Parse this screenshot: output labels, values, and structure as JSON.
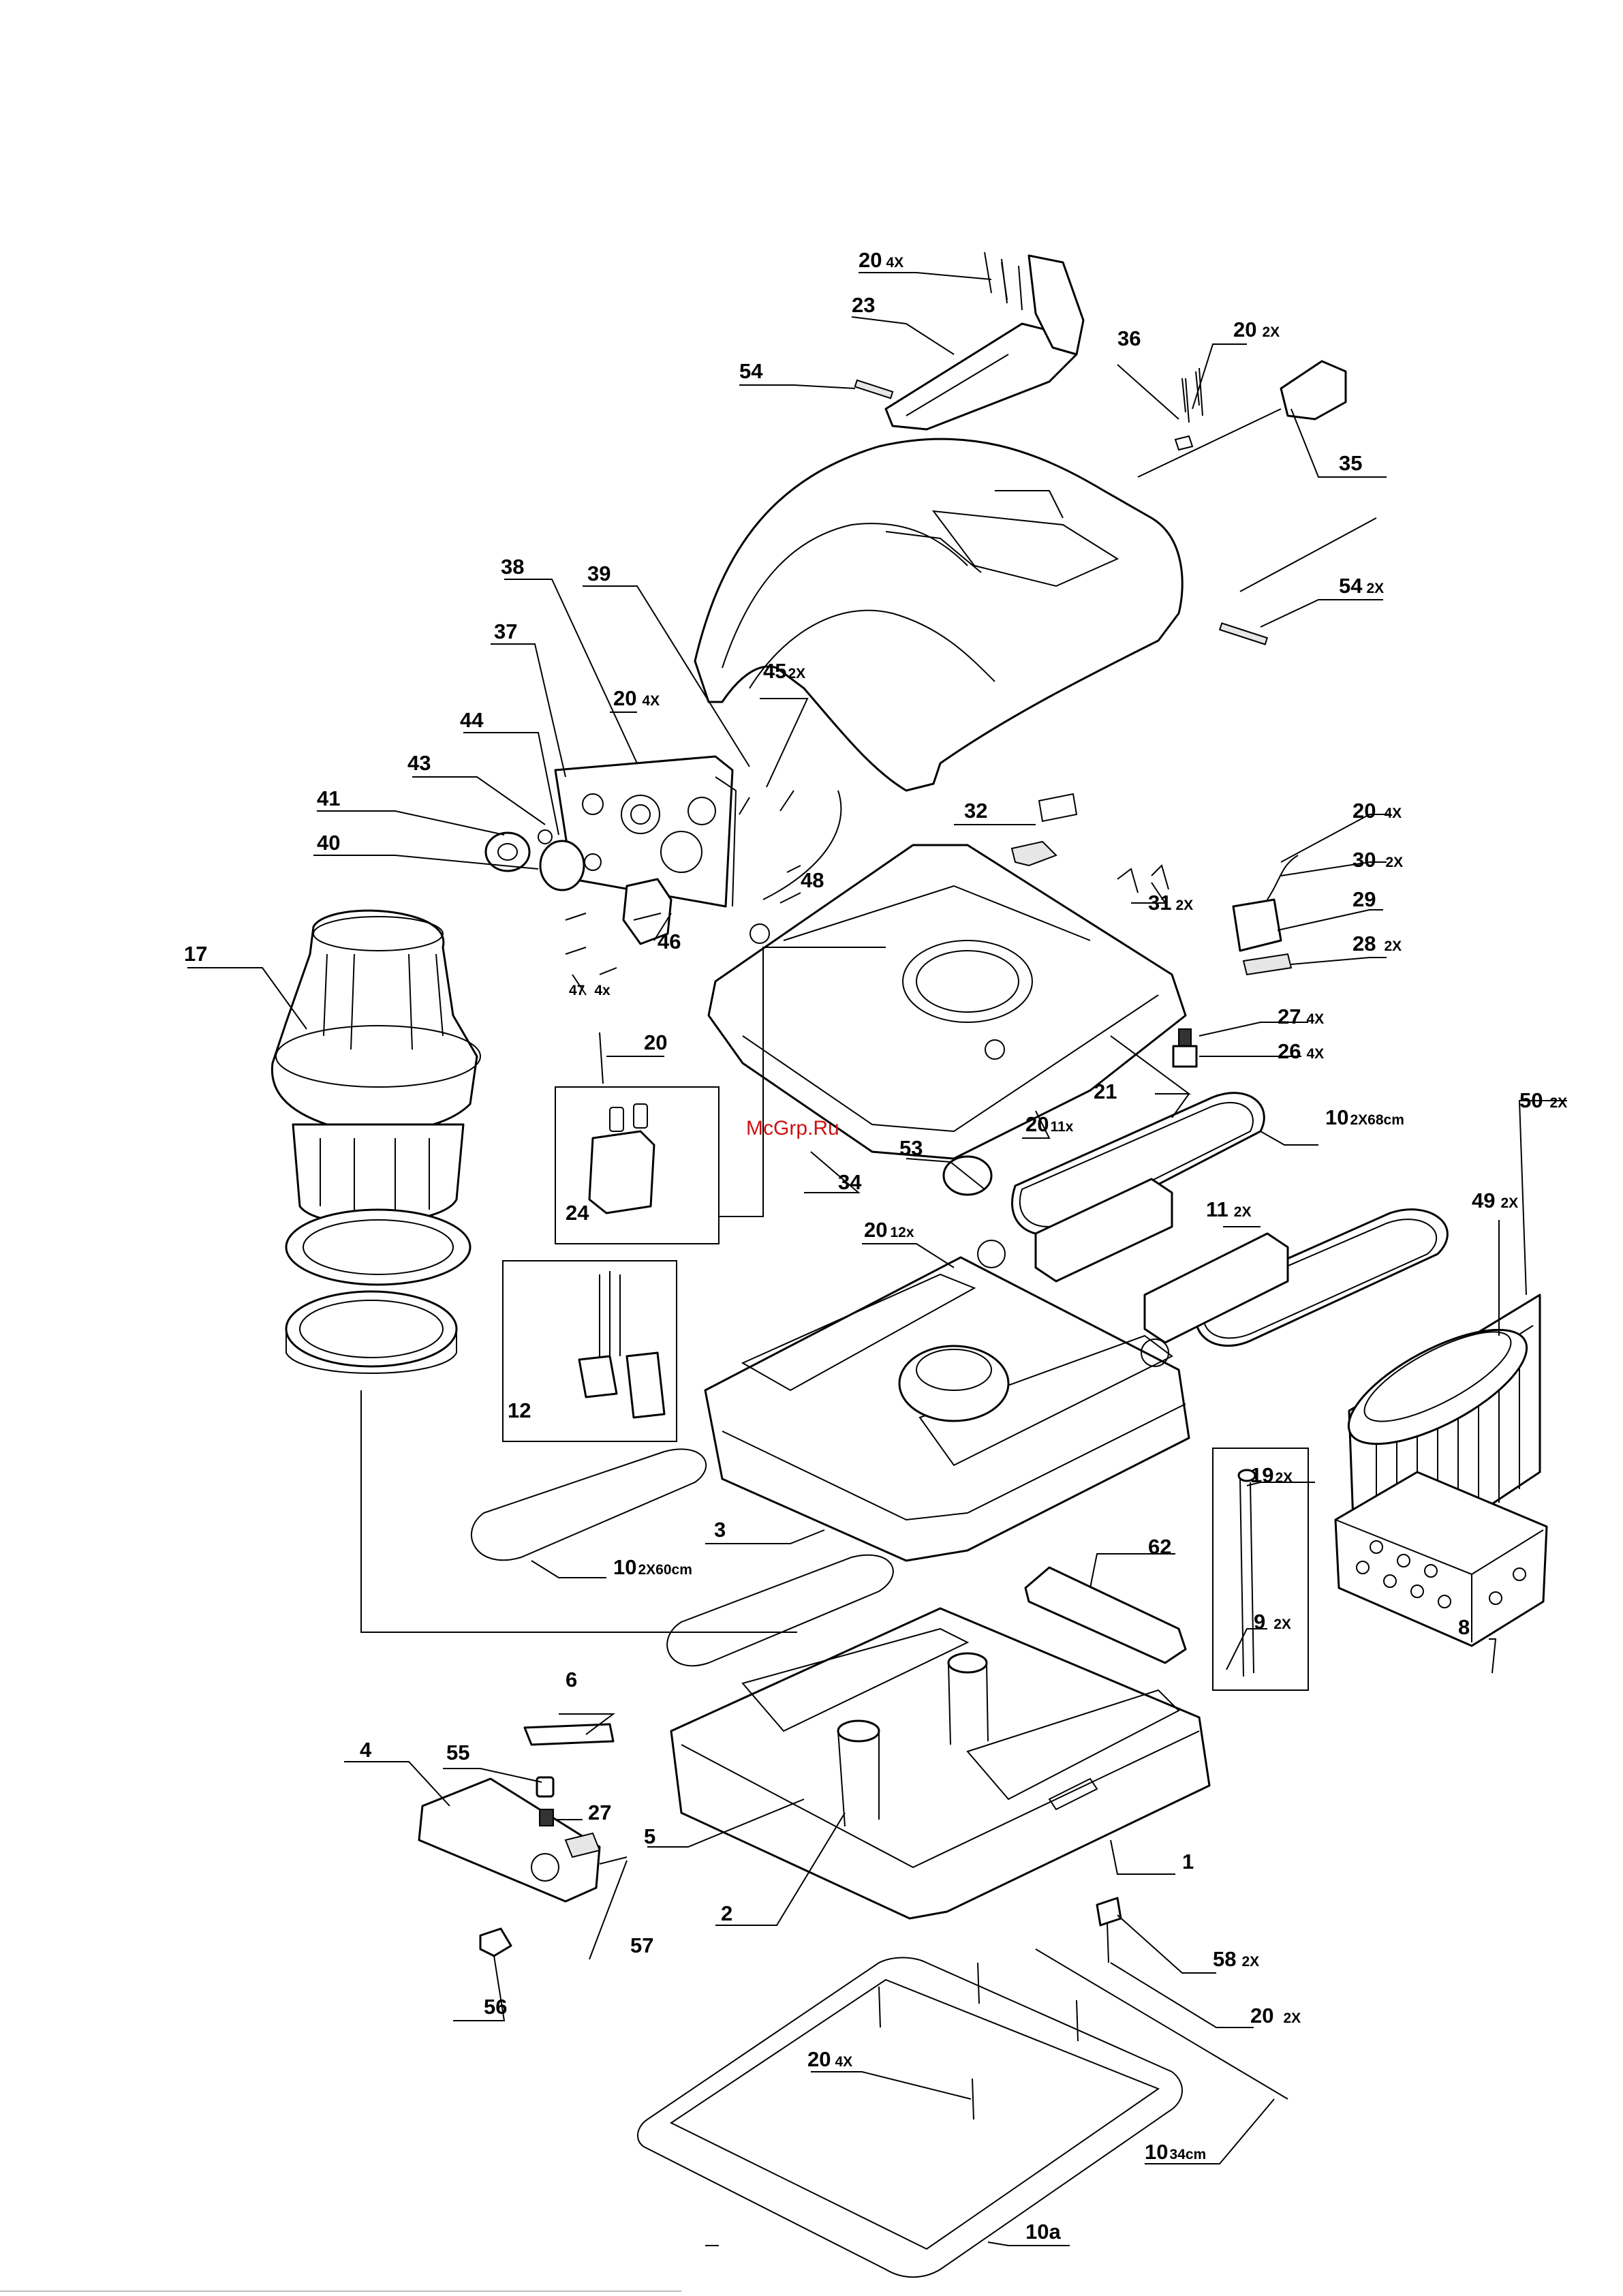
{
  "watermark": "McGrp.Ru",
  "callouts": [
    {
      "id": "c20a",
      "num": "20",
      "qty": "4X"
    },
    {
      "id": "c23",
      "num": "23",
      "qty": ""
    },
    {
      "id": "c36",
      "num": "36",
      "qty": ""
    },
    {
      "id": "c20b",
      "num": "20",
      "qty": "2X"
    },
    {
      "id": "c54a",
      "num": "54",
      "qty": ""
    },
    {
      "id": "c35",
      "num": "35",
      "qty": ""
    },
    {
      "id": "c54b",
      "num": "54",
      "qty": "2X"
    },
    {
      "id": "c38",
      "num": "38",
      "qty": ""
    },
    {
      "id": "c39",
      "num": "39",
      "qty": ""
    },
    {
      "id": "c37",
      "num": "37",
      "qty": ""
    },
    {
      "id": "c20c",
      "num": "20",
      "qty": "4X"
    },
    {
      "id": "c45",
      "num": "45",
      "qty": "2X"
    },
    {
      "id": "c44",
      "num": "44",
      "qty": ""
    },
    {
      "id": "c43",
      "num": "43",
      "qty": ""
    },
    {
      "id": "c41",
      "num": "41",
      "qty": ""
    },
    {
      "id": "c40",
      "num": "40",
      "qty": ""
    },
    {
      "id": "c48",
      "num": "48",
      "qty": ""
    },
    {
      "id": "c46",
      "num": "46",
      "qty": ""
    },
    {
      "id": "c47",
      "num": "47",
      "qty": "4x"
    },
    {
      "id": "c32",
      "num": "32",
      "qty": ""
    },
    {
      "id": "c20d",
      "num": "20",
      "qty": "4X"
    },
    {
      "id": "c30",
      "num": "30",
      "qty": "2X"
    },
    {
      "id": "c31",
      "num": "31",
      "qty": "2X"
    },
    {
      "id": "c29",
      "num": "29",
      "qty": ""
    },
    {
      "id": "c28",
      "num": "28",
      "qty": "2X"
    },
    {
      "id": "c17",
      "num": "17",
      "qty": ""
    },
    {
      "id": "c20e",
      "num": "20",
      "qty": ""
    },
    {
      "id": "c27a",
      "num": "27",
      "qty": "4X"
    },
    {
      "id": "c26",
      "num": "26",
      "qty": "4X"
    },
    {
      "id": "c21",
      "num": "21",
      "qty": ""
    },
    {
      "id": "c20f",
      "num": "20",
      "qty": "11x"
    },
    {
      "id": "c10a",
      "num": "10",
      "qty": "2X68cm"
    },
    {
      "id": "c50",
      "num": "50",
      "qty": "2X"
    },
    {
      "id": "c34",
      "num": "34",
      "qty": ""
    },
    {
      "id": "c53",
      "num": "53",
      "qty": ""
    },
    {
      "id": "c24",
      "num": "24",
      "qty": ""
    },
    {
      "id": "c49",
      "num": "49",
      "qty": "2X"
    },
    {
      "id": "c11",
      "num": "11",
      "qty": "2X"
    },
    {
      "id": "c20g",
      "num": "20",
      "qty": "12x"
    },
    {
      "id": "c12",
      "num": "12",
      "qty": ""
    },
    {
      "id": "c19",
      "num": "19",
      "qty": "2X"
    },
    {
      "id": "c3",
      "num": "3",
      "qty": ""
    },
    {
      "id": "c62",
      "num": "62",
      "qty": ""
    },
    {
      "id": "c10b",
      "num": "10",
      "qty": "2X60cm"
    },
    {
      "id": "c9",
      "num": "9",
      "qty": "2X"
    },
    {
      "id": "c8",
      "num": "8",
      "qty": ""
    },
    {
      "id": "c6",
      "num": "6",
      "qty": ""
    },
    {
      "id": "c4",
      "num": "4",
      "qty": ""
    },
    {
      "id": "c55",
      "num": "55",
      "qty": ""
    },
    {
      "id": "c27b",
      "num": "27",
      "qty": ""
    },
    {
      "id": "c5",
      "num": "5",
      "qty": ""
    },
    {
      "id": "c1",
      "num": "1",
      "qty": ""
    },
    {
      "id": "c2",
      "num": "2",
      "qty": ""
    },
    {
      "id": "c57",
      "num": "57",
      "qty": ""
    },
    {
      "id": "c58",
      "num": "58",
      "qty": "2X"
    },
    {
      "id": "c56",
      "num": "56",
      "qty": ""
    },
    {
      "id": "c20h",
      "num": "20",
      "qty": "2X"
    },
    {
      "id": "c20i",
      "num": "20",
      "qty": "4X"
    },
    {
      "id": "c10c",
      "num": "10",
      "qty": "34cm"
    },
    {
      "id": "c10a2",
      "num": "10a",
      "qty": ""
    }
  ]
}
